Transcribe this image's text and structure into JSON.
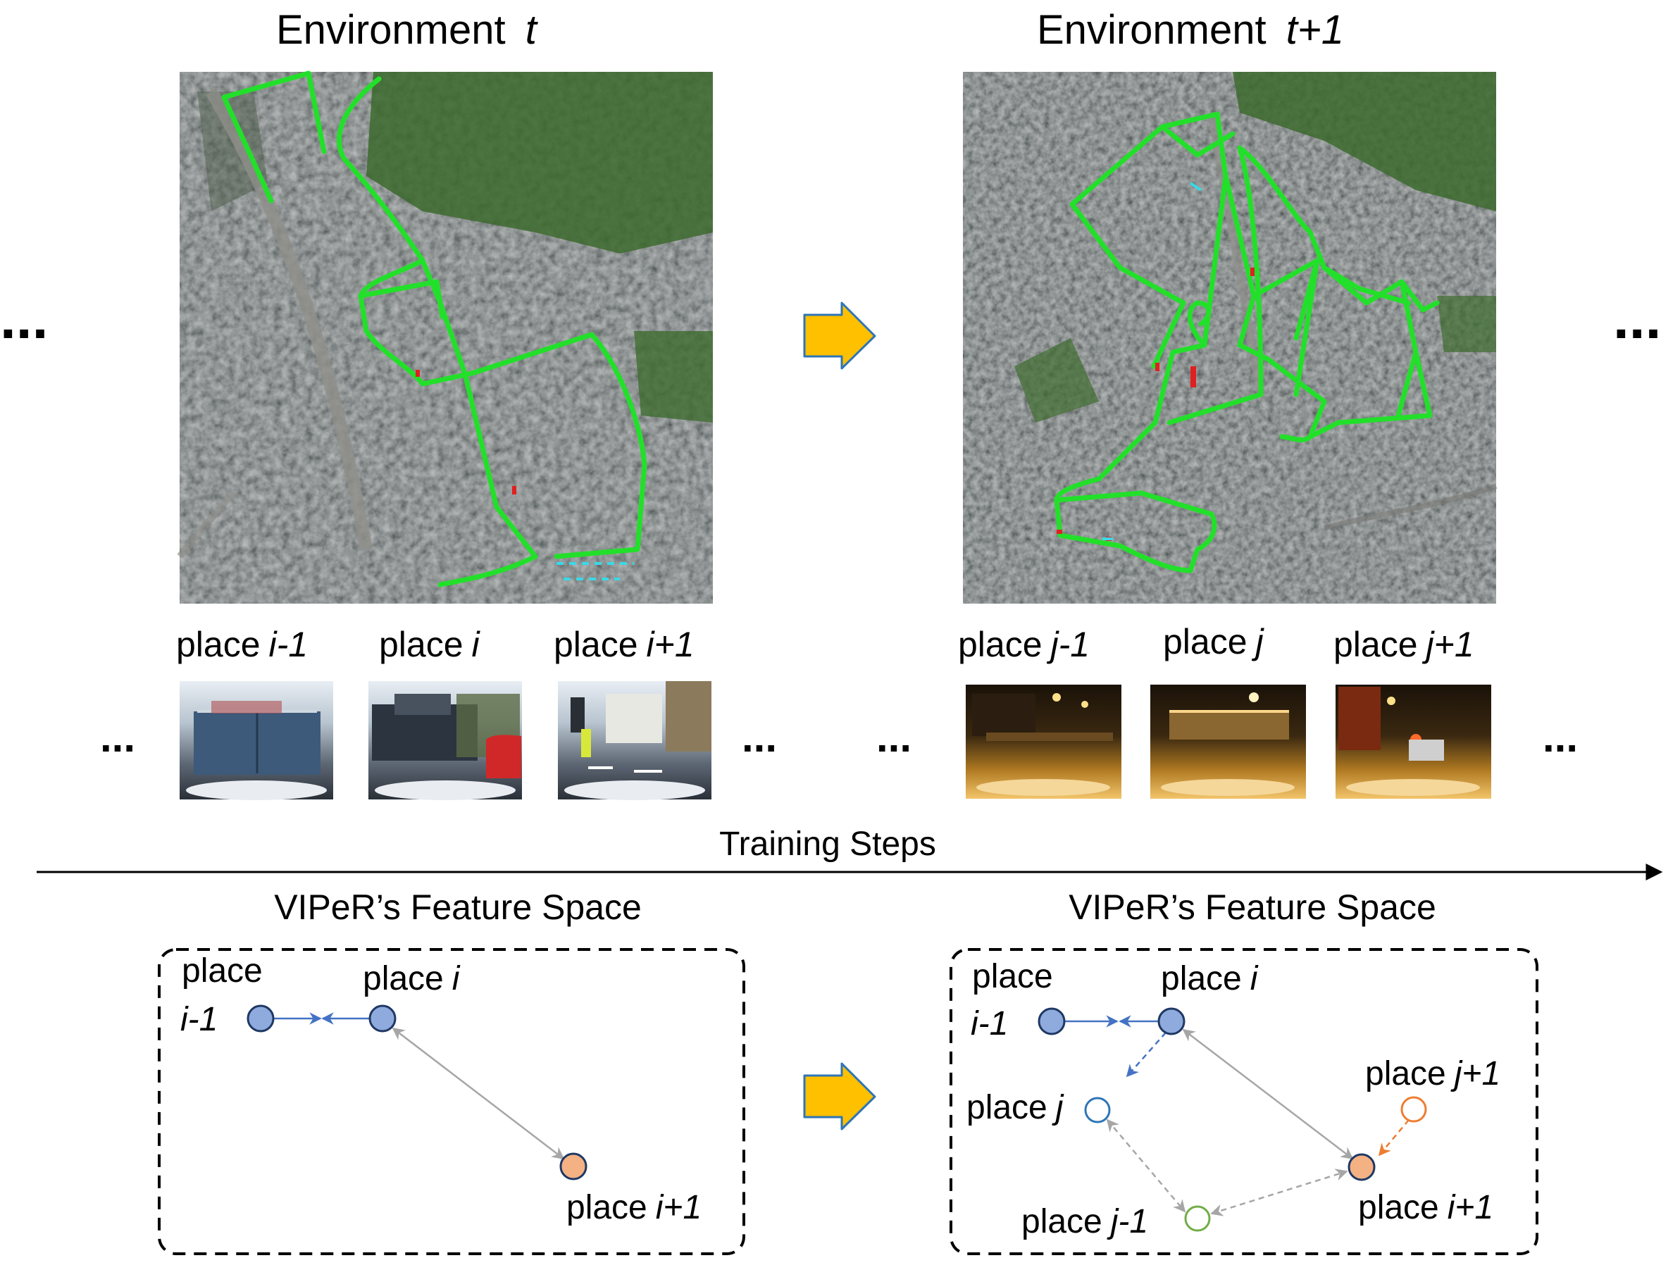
{
  "env_left": {
    "title": "Environment",
    "var": "t"
  },
  "env_right": {
    "title": "Environment",
    "var": "t+1"
  },
  "ellipsis": "...",
  "places_left": [
    {
      "word": "place",
      "idx": "i-1"
    },
    {
      "word": "place",
      "idx": "i"
    },
    {
      "word": "place",
      "idx": "i+1"
    }
  ],
  "places_right": [
    {
      "word": "place",
      "idx": "j-1"
    },
    {
      "word": "place",
      "idx": "j"
    },
    {
      "word": "place",
      "idx": "j+1"
    }
  ],
  "training_steps": "Training Steps",
  "feature_left": {
    "title": "VIPeR’s Feature Space",
    "place_i_minus_1": {
      "word": "place",
      "idx": "i-1"
    },
    "place_i": {
      "word": "place",
      "idx": "i"
    },
    "place_i_plus_1": {
      "word": "place",
      "idx": "i+1"
    }
  },
  "feature_right": {
    "title": "VIPeR’s Feature Space",
    "place_i_minus_1": {
      "word": "place",
      "idx": "i-1"
    },
    "place_i": {
      "word": "place",
      "idx": "i"
    },
    "place_i_plus_1": {
      "word": "place",
      "idx": "i+1"
    },
    "place_j": {
      "word": "place",
      "idx": "j"
    },
    "place_j_minus_1": {
      "word": "place",
      "idx": "j-1"
    },
    "place_j_plus_1": {
      "word": "place",
      "idx": "j+1"
    }
  },
  "colors": {
    "route": "#22e02a",
    "route_gap": "#e02020",
    "route_dash": "#39d9e8",
    "arrow_fill": "#ffc000",
    "arrow_stroke": "#2e75b6",
    "node_blue": "#8faadc",
    "node_blue_stroke": "#1f3864",
    "node_orange": "#f4b183",
    "hollow_blue": "#2e75b6",
    "hollow_orange": "#ed7d31",
    "hollow_green": "#70ad47",
    "link_blue": "#4472c4",
    "link_gray": "#a6a6a6",
    "link_orange": "#ed7d31"
  }
}
